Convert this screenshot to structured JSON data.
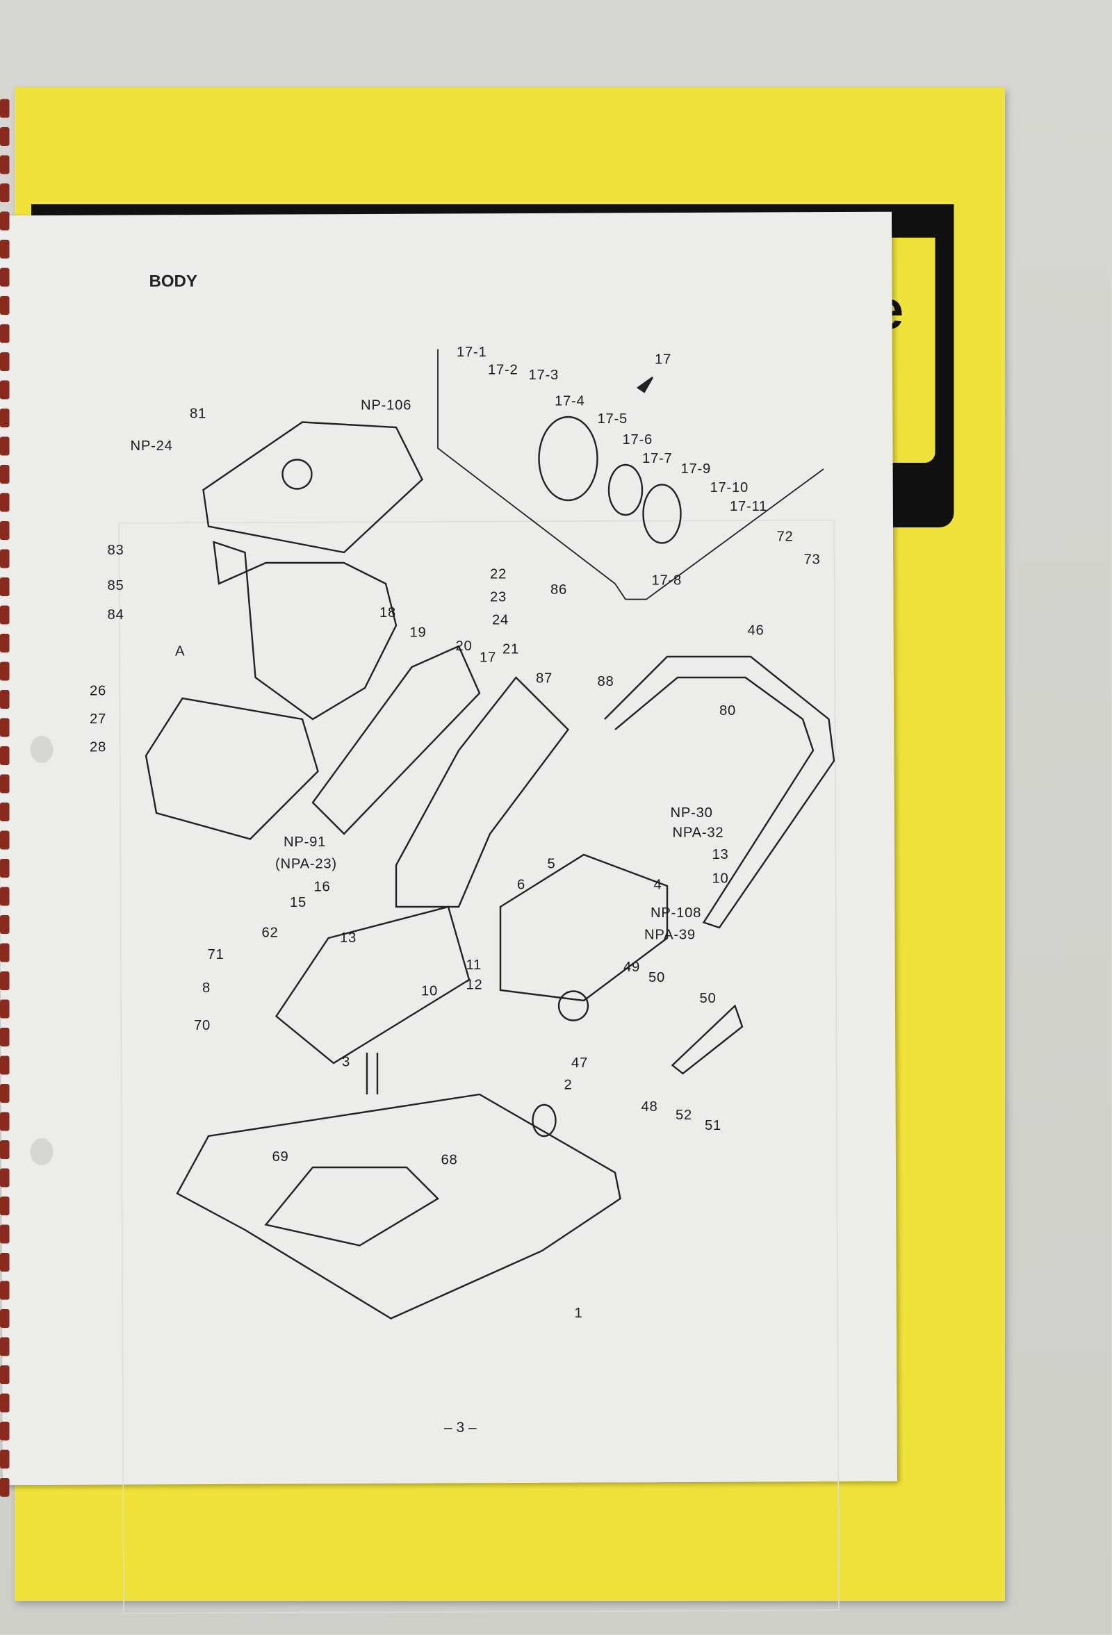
{
  "cover": {
    "tab_letter": "e"
  },
  "page": {
    "title": "BODY",
    "page_number": "– 3 –"
  },
  "callouts": [
    "17-1",
    "17-2",
    "17-3",
    "17",
    "17-4",
    "17-5",
    "17-6",
    "17-7",
    "17-9",
    "17-10",
    "17-11",
    "72",
    "73",
    "17-8",
    "NP-106",
    "81",
    "NP-24",
    "83",
    "85",
    "84",
    "22",
    "23",
    "24",
    "86",
    "18",
    "19",
    "20",
    "17",
    "21",
    "46",
    "A",
    "26",
    "27",
    "28",
    "87",
    "88",
    "80",
    "NP-30",
    "NPA-32",
    "13",
    "10",
    "NP-91",
    "(NPA-23)",
    "5",
    "6",
    "4",
    "16",
    "15",
    "NP-108",
    "NPA-39",
    "62",
    "13",
    "71",
    "11",
    "49",
    "50",
    "12",
    "8",
    "10",
    "50",
    "70",
    "3",
    "47",
    "2",
    "48",
    "52",
    "51",
    "69",
    "68",
    "1"
  ]
}
